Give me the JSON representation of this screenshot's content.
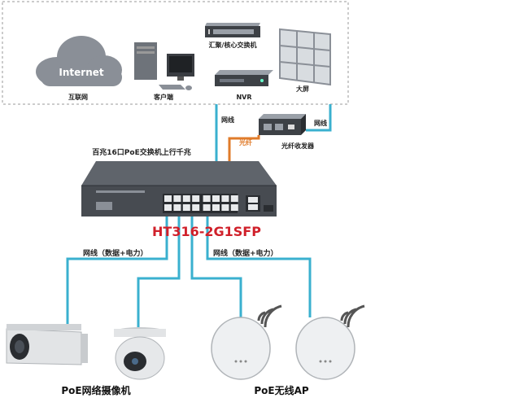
{
  "top_devices": {
    "internet_cloud_text": "Internet",
    "internet_label": "互联网",
    "client_label": "客户端",
    "core_switch_label": "汇聚/核心交换机",
    "nvr_label": "NVR",
    "screen_label": "大屏"
  },
  "links": {
    "uplink_cable_left": "网线",
    "uplink_cable_right": "网线",
    "fiber_label": "光纤",
    "transceiver_label": "光纤收发器",
    "poe_cable_left": "网线（数据+电力）",
    "poe_cable_right": "网线（数据+电力）"
  },
  "main_switch": {
    "description": "百兆16口PoE交换机上行千兆",
    "model": "HT316-2G1SFP"
  },
  "bottom_devices": {
    "camera_group_label": "PoE网络摄像机",
    "ap_group_label": "PoE无线AP"
  },
  "colors": {
    "cable_blue": "#3ab0cf",
    "fiber_orange": "#e07b2a",
    "model_red": "#d0202a",
    "dashed_border": "#999999"
  }
}
